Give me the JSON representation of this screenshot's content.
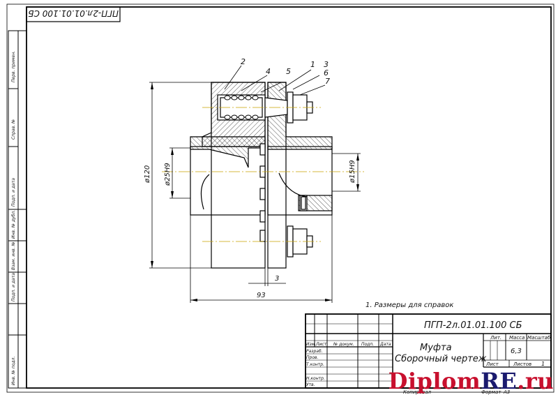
{
  "doc_code_rotated": "ПГП-2л.01.01.100 СБ",
  "part_numbers": [
    "2",
    "4",
    "5",
    "1",
    "3",
    "6",
    "7"
  ],
  "dims": {
    "overall_diameter": "ø120",
    "hub_left": "ø25H9",
    "hub_right": "ø15H9",
    "length": "93",
    "gap": "3"
  },
  "note": "1. Размеры для справок",
  "stamp": {
    "code": "ПГП-2л.01.01.100 СБ",
    "title_line1": "Муфта",
    "title_line2": "Сборочный чертеж",
    "lit_header": "Лит.",
    "mass_header": "Масса",
    "scale_header": "Масштаб",
    "mass_value": "6,3",
    "sheet_label": "Лист",
    "sheets_label": "Листов",
    "sheets_value": "1",
    "col_izm": "Изм.",
    "col_list": "Лист",
    "col_ndoc": "№ докум.",
    "col_sign": "Подп.",
    "col_date": "Дата",
    "row_razrab": "Разраб.",
    "row_prov": "Пров.",
    "row_tkontr": "Т.контр.",
    "row_nkontr": "Н.контр.",
    "row_utv": "Утв.",
    "copied": "Копировал",
    "format_label": "Формат",
    "format_value": "А3"
  },
  "side_stamp": [
    "Перв. примен.",
    "Справ. №",
    "Подп. и дата",
    "Инв. № дубл.",
    "Взам. инв. №",
    "Подп. и дата",
    "Инв. № подл."
  ],
  "watermark": {
    "part1": "Diplom",
    "part2": "RE",
    "part3": ".ru"
  }
}
